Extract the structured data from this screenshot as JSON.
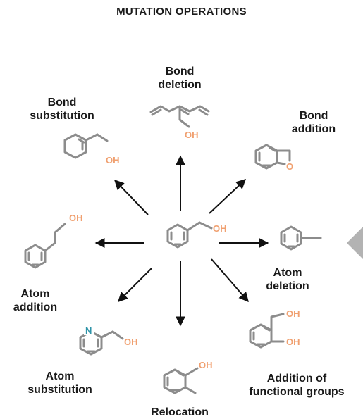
{
  "title": "MUTATION OPERATIONS",
  "labels": {
    "bond_deletion": [
      "Bond",
      "deletion"
    ],
    "bond_substitution": [
      "Bond",
      "substitution"
    ],
    "bond_addition": [
      "Bond",
      "addition"
    ],
    "atom_deletion": [
      "Atom",
      "deletion"
    ],
    "atom_addition": [
      "Atom",
      "addition"
    ],
    "atom_substitution": [
      "Atom",
      "substitution"
    ],
    "relocation": [
      "Relocation"
    ],
    "addition_of_functional_groups": [
      "Addition of",
      "functional groups"
    ]
  },
  "atoms": {
    "oh": "OH",
    "o": "O",
    "n": "N"
  },
  "colors": {
    "bond": "#8c8c8c",
    "oxygen": "#f0a070",
    "nitrogen": "#2e93a8",
    "arrow": "#111111",
    "side_tab": "#b3b3b3"
  }
}
